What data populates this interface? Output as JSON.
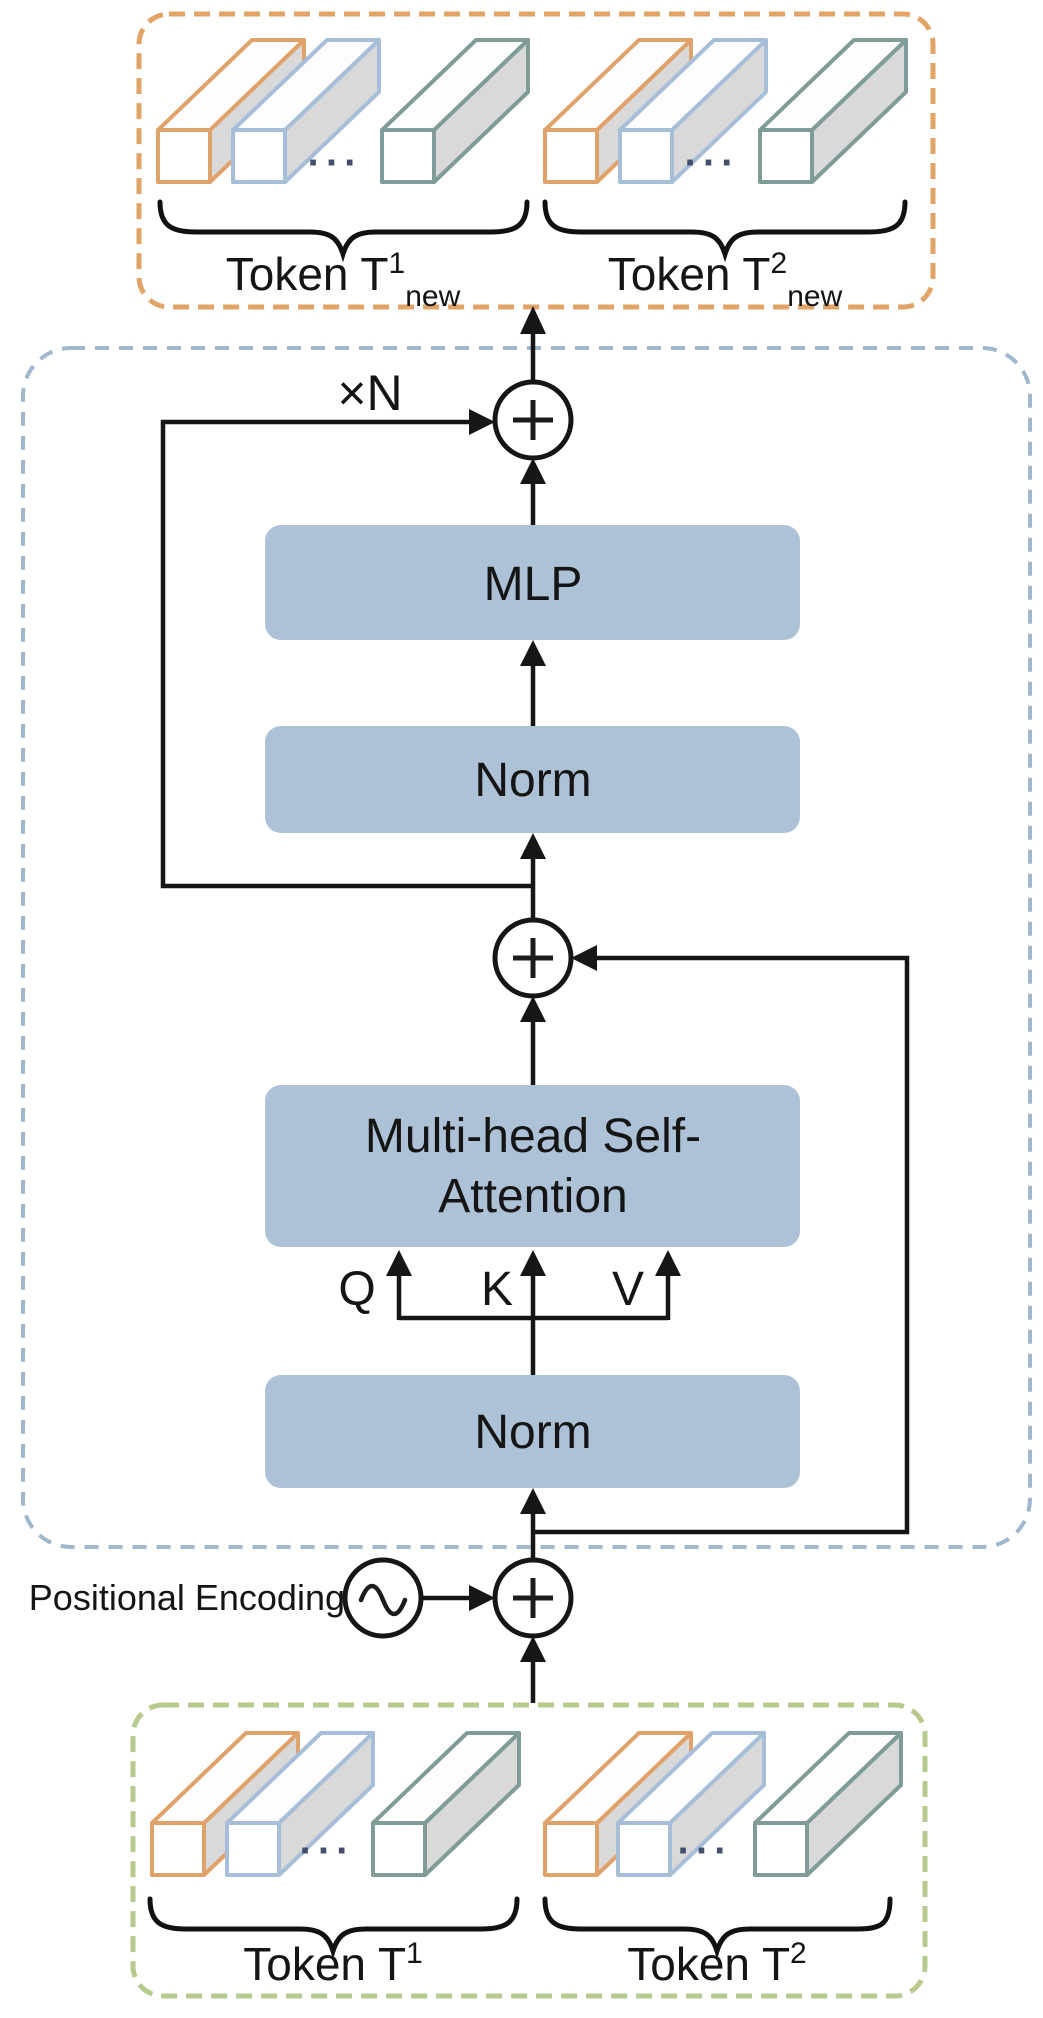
{
  "figure": {
    "output_box": {
      "label_1": {
        "base": "Token T",
        "sup": "1",
        "sub": "new"
      },
      "label_2": {
        "base": "Token T",
        "sup": "2",
        "sub": "new"
      },
      "ellipsis_1": "···",
      "ellipsis_2": "···"
    },
    "encoder_box": {
      "repeat_label": "×N",
      "mlp": "MLP",
      "norm_top": "Norm",
      "attention_line1": "Multi-head Self-",
      "attention_line2": "Attention",
      "q": "Q",
      "k": "K",
      "v": "V",
      "norm_bottom": "Norm"
    },
    "positional_encoding_label": "Positional Encoding",
    "input_box": {
      "label_1": {
        "base": "Token T",
        "sup": "1"
      },
      "label_2": {
        "base": "Token T",
        "sup": "2"
      },
      "ellipsis_1": "···",
      "ellipsis_2": "···"
    }
  },
  "colors": {
    "box_orange": "#e2a466",
    "box_blue": "#9fb8ce",
    "box_green": "#b7ca8e",
    "block_fill": "#adc2d6",
    "bar_orange": "#dfa26a",
    "bar_blue": "#a6bed8",
    "bar_teal": "#7f9c99",
    "bar_side": "#d9d9d9",
    "line": "#161616"
  }
}
